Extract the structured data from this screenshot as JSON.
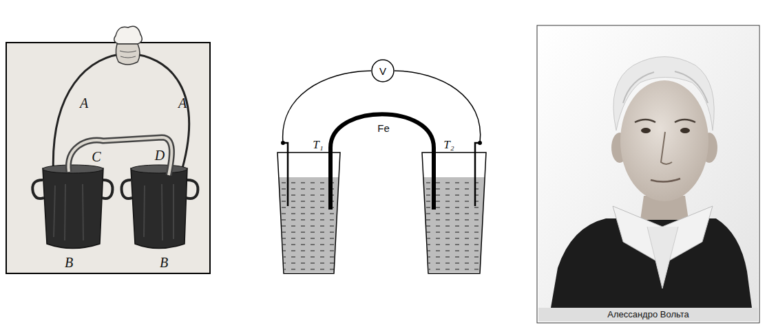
{
  "diagram": {
    "caption": "Алессандро Вольта",
    "nodes": [
      {
        "text": [
          "V"
        ]
      }
    ],
    "labels": [
      "A",
      "A",
      "C",
      "D",
      "B",
      "B",
      "T₁",
      "Fe",
      "T₂"
    ]
  }
}
